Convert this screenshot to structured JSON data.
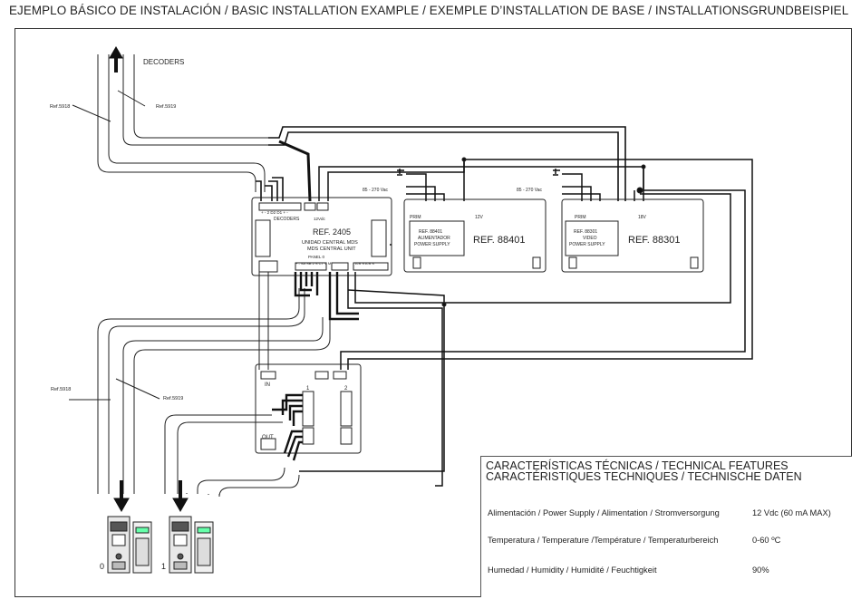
{
  "title": "EJEMPLO BÁSICO DE INSTALACIÓN / BASIC INSTALLATION EXAMPLE / EXEMPLE D’INSTALLATION DE BASE / INSTALLATIONSGRUNDBEISPIEL",
  "decoders_label": "DECODERS",
  "cables": {
    "ref5918_top": "Ref.5918",
    "ref5919_top": "Ref.5919",
    "ref5918_bottom": "Ref.5918",
    "ref5919_bottom": "Ref.5919"
  },
  "central_unit": {
    "ref": "REF. 2405",
    "name_es": "UNIDAD CENTRAL MDS",
    "name_en": "MDS CENTRAL UNIT",
    "decoders_terminal": "DECODERS",
    "v12": "12Vdc",
    "panel_label": "PANEL 0",
    "terminals_top": "+ - 2 D2 D1 + -",
    "terminals_bottom": "+ - SA SB 2 S   CT V M",
    "ms_terminals": "A B S A B S"
  },
  "psu": {
    "ref_small": "REF. 88401",
    "name": "ALIMENTADOR",
    "name2": "POWER SUPPLY",
    "ref_big": "REF. 88401",
    "voltage": "85 - 270 Vac",
    "prim": "PRIM",
    "out": "12V"
  },
  "video_psu": {
    "ref_small": "REF. 88301",
    "name": "VIDEO",
    "name2": "POWER SUPPLY",
    "ref_big": "REF. 88301",
    "voltage": "85 - 270 Vac",
    "prim": "PRIM",
    "out": "18V"
  },
  "distributor": {
    "in_label": "IN",
    "out_label": "OUT",
    "col1": "1",
    "col2": "2"
  },
  "panels": [
    {
      "number": "0"
    },
    {
      "number": "1"
    }
  ],
  "features": {
    "title_line1": "CARACTERÍSTICAS TÉCNICAS / TECHNICAL FEATURES",
    "title_line2": "CARACTÉRISTIQUES TECHNIQUES / TECHNISCHE DATEN",
    "rows": [
      {
        "label": "Alimentación / Power Supply / Alimentation / Stromversorgung",
        "value": "12 Vdc  (60 mA MAX)"
      },
      {
        "label": "Temperatura / Temperature /Température / Temperaturbereich",
        "value": "0-60 ºC"
      },
      {
        "label": "Humedad / Humidity / Humidité / Feuchtigkeit",
        "value": "90%"
      }
    ]
  }
}
